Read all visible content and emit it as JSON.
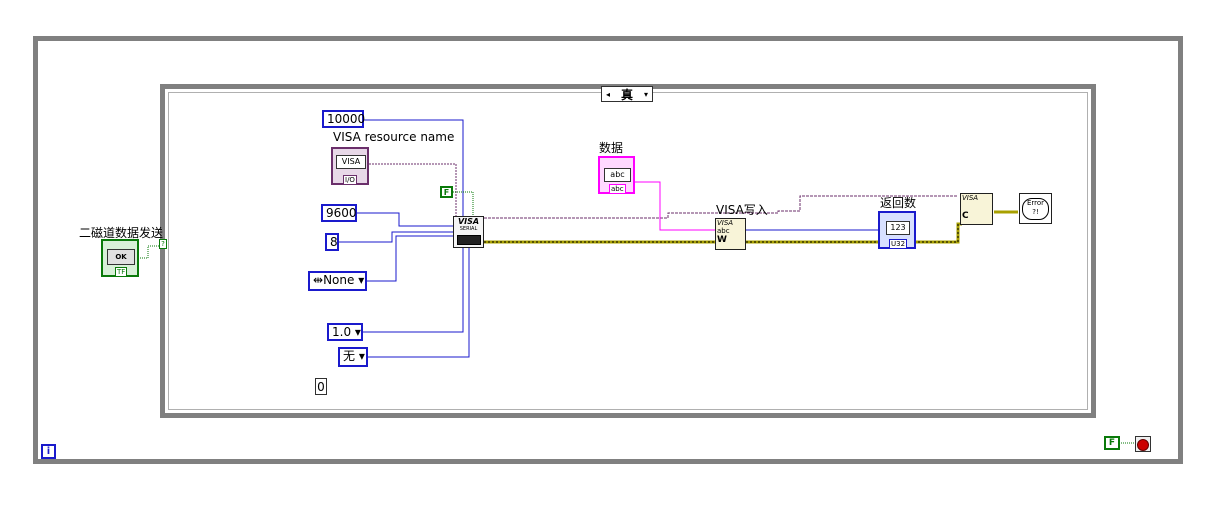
{
  "case_selector": {
    "value": "真",
    "left_arrow": "◂",
    "right_arrow": "▾"
  },
  "constants": {
    "timeout": "10000",
    "baud": "9600",
    "data_bits": "8",
    "parity": "None",
    "stop_bits": "1.0",
    "flow": "无",
    "iteration_const": "0"
  },
  "labels": {
    "visa_resource": "VISA resource name",
    "data_control": "数据",
    "visa_write": "VISA写入",
    "return_count": "返回数",
    "button_label": "二磁道数据发送"
  },
  "terminals": {
    "visa_icon_text": "VISA",
    "visa_sub": "I/O",
    "abc_text": "abc",
    "num_text": "123",
    "u32_text": "U32",
    "ok_text": "OK",
    "tf_text": "TF",
    "bool_false": "F",
    "serial_text": "VISA",
    "serial_sub": "SERIAL",
    "write_text": "VISA",
    "write_sub": "abc",
    "write_w": "W",
    "close_text": "VISA",
    "close_c": "C",
    "error_text": "Error",
    "iter_text": "i",
    "tunnel_q": "?"
  },
  "colors": {
    "frame": "#808080",
    "int_wire": "#1a1acc",
    "string_wire": "#ff00ff",
    "error_wire": "#a8a000",
    "bool": "#0a7a0a",
    "visa_wire": "#6b2f6b",
    "stop": "#cc0000"
  }
}
